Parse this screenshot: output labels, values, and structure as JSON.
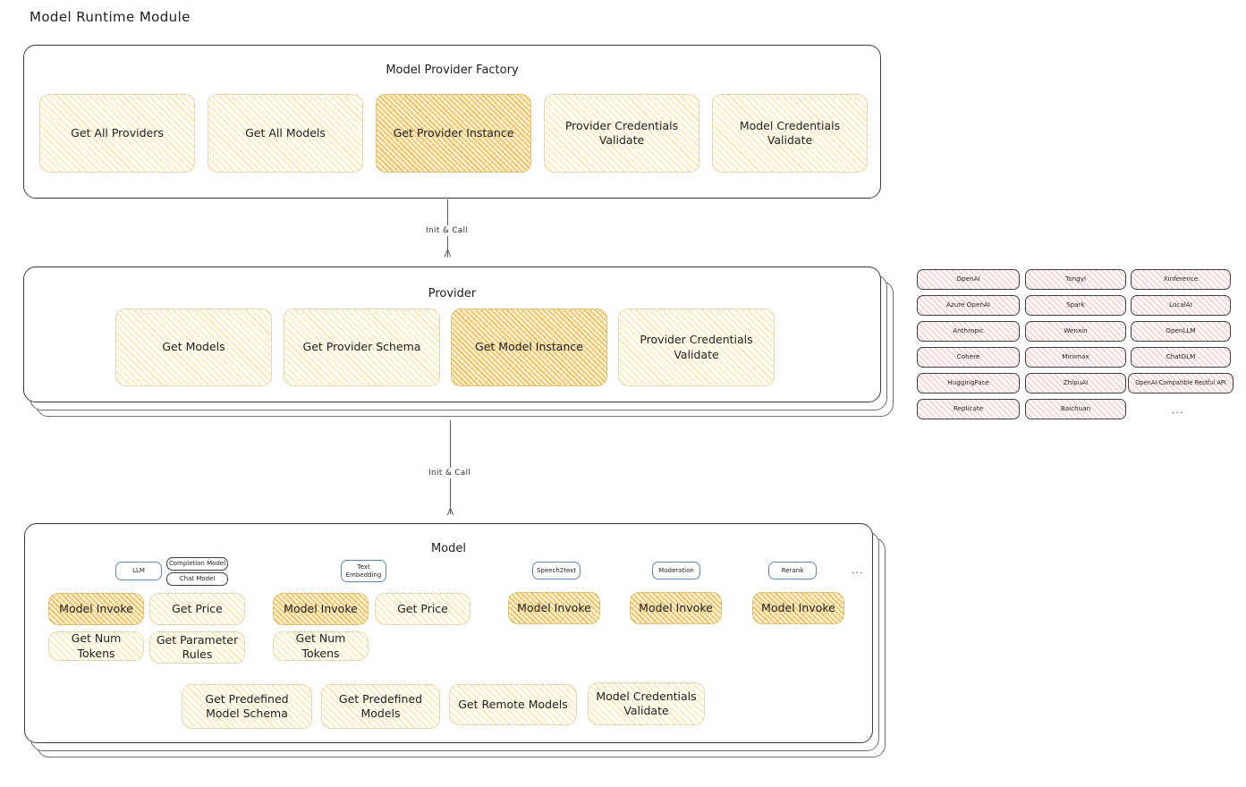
{
  "page": {
    "title": "Model Runtime Module"
  },
  "factory": {
    "title": "Model Provider Factory",
    "items": [
      {
        "label": "Get All Providers",
        "highlight": false
      },
      {
        "label": "Get All Models",
        "highlight": false
      },
      {
        "label": "Get Provider Instance",
        "highlight": true
      },
      {
        "label": "Provider Credentials Validate",
        "highlight": false
      },
      {
        "label": "Model Credentials Validate",
        "highlight": false
      }
    ]
  },
  "arrows": [
    {
      "label": "Init & Call"
    },
    {
      "label": "Init & Call"
    }
  ],
  "provider": {
    "title": "Provider",
    "items": [
      {
        "label": "Get Models",
        "highlight": false
      },
      {
        "label": "Get Provider Schema",
        "highlight": false
      },
      {
        "label": "Get Model Instance",
        "highlight": true
      },
      {
        "label": "Provider Credentials Validate",
        "highlight": false
      }
    ]
  },
  "provider_list": {
    "columns": [
      [
        "OpenAI",
        "Azure OpenAI",
        "Anthropic",
        "Cohere",
        "HuggingFace",
        "Replicate"
      ],
      [
        "Tongyi",
        "Spark",
        "Wenxin",
        "Minimax",
        "ZhipuAI",
        "Baichuan"
      ],
      [
        "Xinference",
        "LocalAI",
        "OpenLLM",
        "ChatGLM",
        "OpenAI-Compatible Restful API"
      ]
    ],
    "more": "..."
  },
  "model": {
    "title": "Model",
    "types": [
      {
        "name": "LLM",
        "sub": [
          "Completion Model",
          "Chat Model"
        ],
        "ops": [
          {
            "label": "Model Invoke",
            "highlight": true
          },
          {
            "label": "Get Price",
            "highlight": false
          },
          {
            "label": "Get Num Tokens",
            "highlight": false
          },
          {
            "label": "Get Parameter Rules",
            "highlight": false
          }
        ]
      },
      {
        "name": "Text Embedding",
        "sub": [],
        "ops": [
          {
            "label": "Model Invoke",
            "highlight": true
          },
          {
            "label": "Get Price",
            "highlight": false
          },
          {
            "label": "Get Num Tokens",
            "highlight": false
          }
        ]
      },
      {
        "name": "Speech2text",
        "sub": [],
        "ops": [
          {
            "label": "Model Invoke",
            "highlight": true
          }
        ]
      },
      {
        "name": "Moderation",
        "sub": [],
        "ops": [
          {
            "label": "Model Invoke",
            "highlight": true
          }
        ]
      },
      {
        "name": "Rerank",
        "sub": [],
        "ops": [
          {
            "label": "Model Invoke",
            "highlight": true
          }
        ]
      }
    ],
    "more": "...",
    "shared_ops": [
      {
        "label": "Get Predefined Model Schema"
      },
      {
        "label": "Get Predefined Models"
      },
      {
        "label": "Get Remote Models"
      },
      {
        "label": "Model Credentials Validate"
      }
    ]
  },
  "colors": {
    "yellow_light": "#fdf0d0",
    "yellow_strong": "#f5c96a",
    "pink": "#fbd5d5",
    "blue": "#d0e6f5",
    "stroke": "#3b3b3b"
  }
}
